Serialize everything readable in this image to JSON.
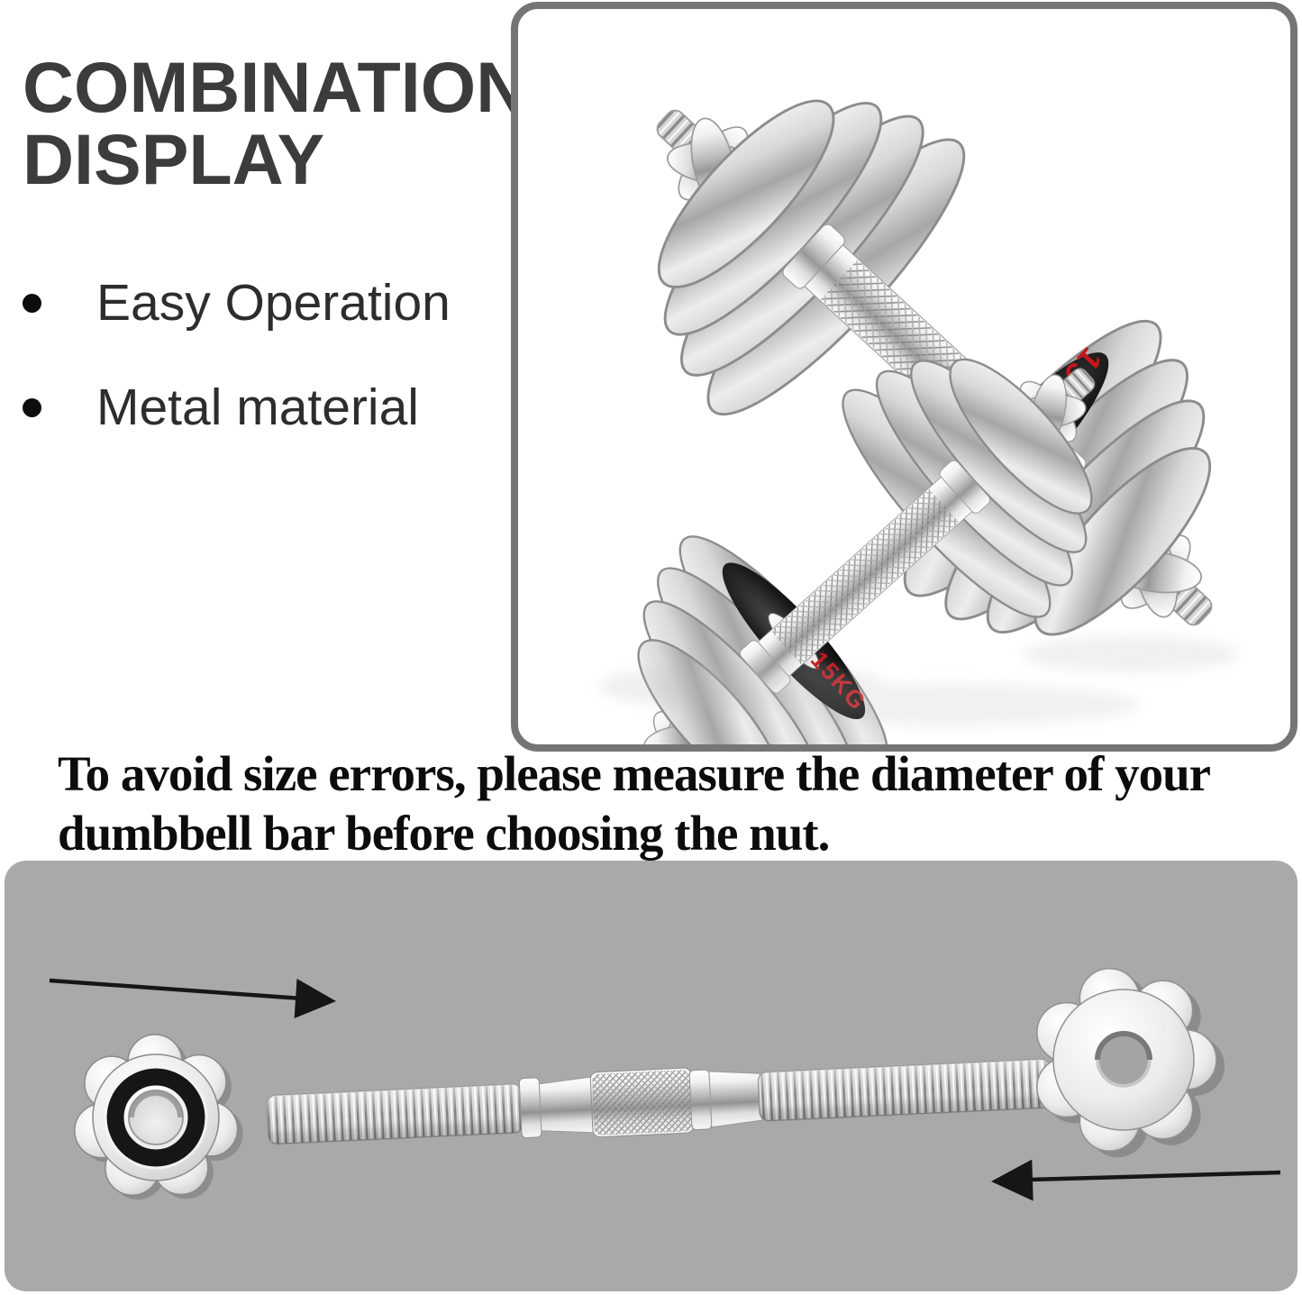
{
  "heading": {
    "line1": "COMBINATION",
    "line2": "DISPLAY"
  },
  "features": [
    {
      "label": "Easy Operation"
    },
    {
      "label": "Metal material"
    }
  ],
  "caption": {
    "line1": "To avoid size errors, please measure the diameter of your",
    "line2": "dumbbell bar before choosing the nut."
  },
  "product_photo": {
    "plate_label": "15KG"
  },
  "colors": {
    "heading_gray": "#3c3c3c",
    "panel_gray": "#a9a9a9",
    "frame_border_gray": "#757575",
    "plate_label_red": "#c3171d",
    "arrow_black": "#161616"
  }
}
